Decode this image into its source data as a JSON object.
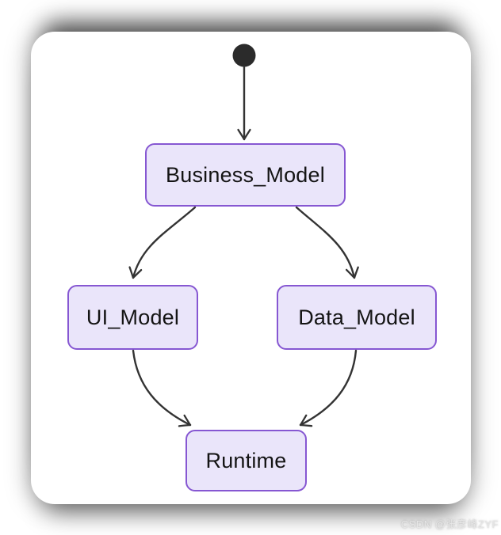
{
  "diagram": {
    "type": "state-diagram",
    "colors": {
      "card_bg": "#ffffff",
      "node_fill": "#eae5fa",
      "node_border": "#8657d2",
      "edge": "#333333",
      "start_node": "#2b2b2b",
      "text": "#141414",
      "watermark": "#e6e6e6"
    },
    "nodes": [
      {
        "id": "start",
        "kind": "initial-state",
        "label": ""
      },
      {
        "id": "business_model",
        "kind": "state",
        "label": "Business_Model"
      },
      {
        "id": "ui_model",
        "kind": "state",
        "label": "UI_Model"
      },
      {
        "id": "data_model",
        "kind": "state",
        "label": "Data_Model"
      },
      {
        "id": "runtime",
        "kind": "state",
        "label": "Runtime"
      }
    ],
    "edges": [
      {
        "from": "start",
        "to": "business_model"
      },
      {
        "from": "business_model",
        "to": "ui_model"
      },
      {
        "from": "business_model",
        "to": "data_model"
      },
      {
        "from": "ui_model",
        "to": "runtime"
      },
      {
        "from": "data_model",
        "to": "runtime"
      }
    ]
  },
  "watermark": {
    "text": "CSDN @张彦峰ZYF"
  }
}
